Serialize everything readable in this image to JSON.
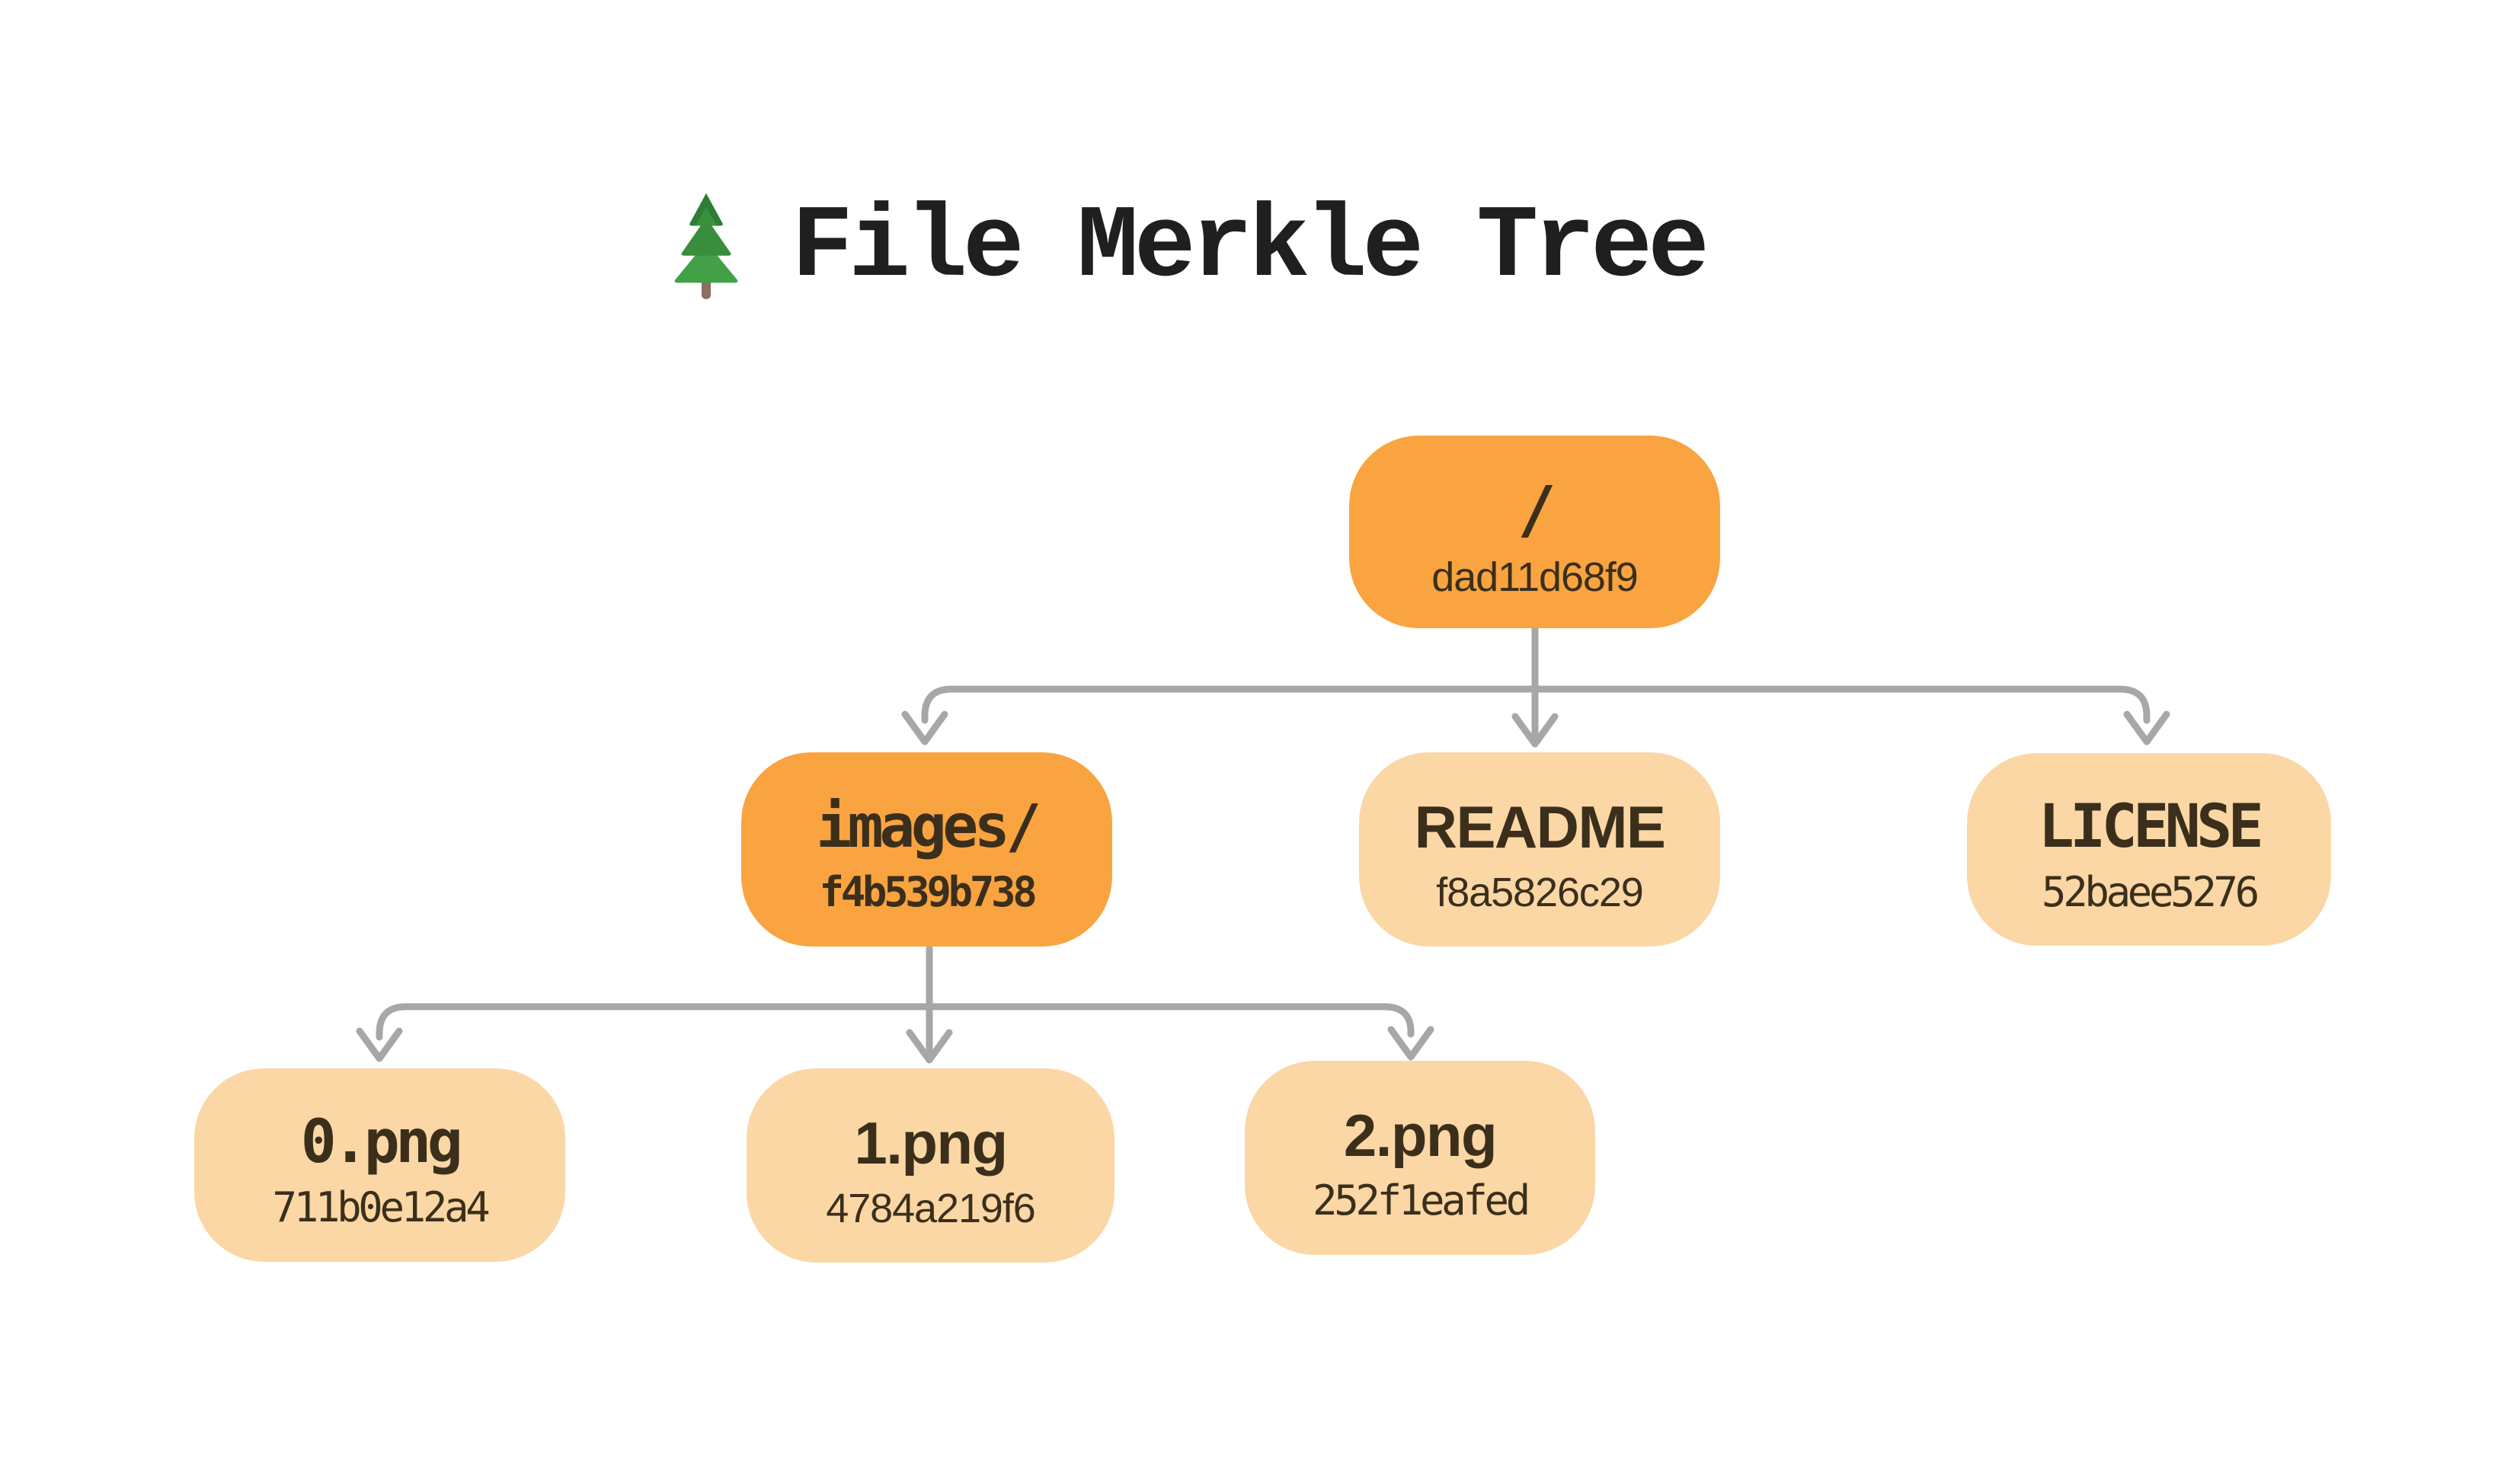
{
  "title": {
    "icon": "evergreen-tree",
    "text": "File Merkle Tree"
  },
  "colors": {
    "node_strong": "#F9A440",
    "node_light": "#FAD7A5",
    "node_text": "#3B2F1C",
    "title_text": "#1F1F1F",
    "connector": "#A7A7A7",
    "background": "#FFFFFF"
  },
  "nodes": {
    "root": {
      "label": "/",
      "hash": "dad11d68f9",
      "emphasis": "strong"
    },
    "images": {
      "label": "images/",
      "hash": "f4b539b738",
      "emphasis": "strong"
    },
    "readme": {
      "label": "README",
      "hash": "f8a5826c29",
      "emphasis": "light"
    },
    "license": {
      "label": "LICENSE",
      "hash": "52baee5276",
      "emphasis": "light"
    },
    "png0": {
      "label": "0.png",
      "hash": "711b0e12a4",
      "emphasis": "light"
    },
    "png1": {
      "label": "1.png",
      "hash": "4784a219f6",
      "emphasis": "light"
    },
    "png2": {
      "label": "2.png",
      "hash": "252f1eafed",
      "emphasis": "light"
    }
  },
  "edges": [
    [
      "/",
      "images/"
    ],
    [
      "/",
      "README"
    ],
    [
      "/",
      "LICENSE"
    ],
    [
      "images/",
      "0.png"
    ],
    [
      "images/",
      "1.png"
    ],
    [
      "images/",
      "2.png"
    ]
  ]
}
